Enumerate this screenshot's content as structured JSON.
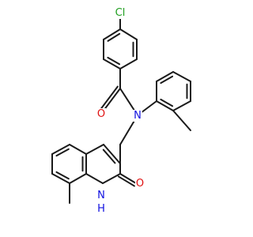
{
  "diagram": {
    "type": "chemical-structure",
    "atom_labels": {
      "chlorine": "Cl",
      "carbonyl_oxygen": "O",
      "amide_nitrogen": "N",
      "lactam_oxygen": "O",
      "ring_nitrogen": "N",
      "ring_nh_hydrogen": "H"
    },
    "colors": {
      "bond": "#1a1a1a",
      "carbon_label": "#1a1a1a",
      "chlorine": "#1e9e1e",
      "oxygen": "#e01010",
      "nitrogen": "#1010e0"
    }
  }
}
